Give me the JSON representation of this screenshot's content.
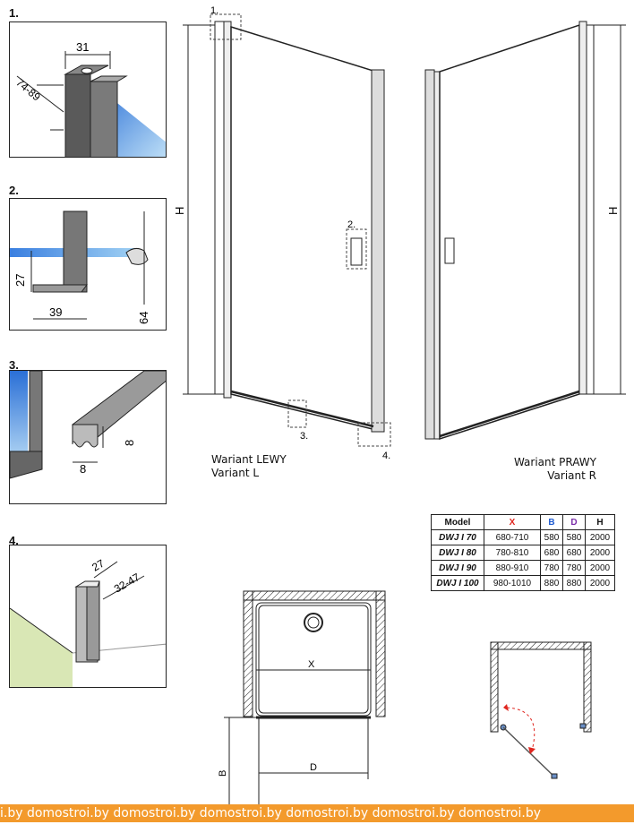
{
  "details": [
    {
      "label": "1.",
      "dims": [
        "31",
        "74-89"
      ]
    },
    {
      "label": "2.",
      "dims": [
        "27",
        "39",
        "64"
      ]
    },
    {
      "label": "3.",
      "dims": [
        "8",
        "8"
      ]
    },
    {
      "label": "4.",
      "dims": [
        "27",
        "32-47"
      ]
    }
  ],
  "door_callouts": [
    "1.",
    "2.",
    "3.",
    "4."
  ],
  "height_label": "H",
  "variants": {
    "left_line1": "Wariant LEWY",
    "left_line2": "Variant L",
    "right_line1": "Wariant PRAWY",
    "right_line2": "Variant R"
  },
  "table": {
    "headers": [
      "Model",
      "X",
      "B",
      "D",
      "H"
    ],
    "header_colors": [
      "#111111",
      "#e0261f",
      "#1f5bd0",
      "#7a2ca8",
      "#111111"
    ],
    "rows": [
      [
        "DWJ I 70",
        "680-710",
        "580",
        "580",
        "2000"
      ],
      [
        "DWJ I 80",
        "780-810",
        "680",
        "680",
        "2000"
      ],
      [
        "DWJ I 90",
        "880-910",
        "780",
        "780",
        "2000"
      ],
      [
        "DWJ I 100",
        "980-1010",
        "880",
        "880",
        "2000"
      ]
    ]
  },
  "plan_labels": {
    "x": "X",
    "b": "B",
    "d": "D"
  },
  "watermark": "i.by  domostroi.by  domostroi.by  domostroi.by  domostroi.by  domostroi.by  domostroi.by"
}
